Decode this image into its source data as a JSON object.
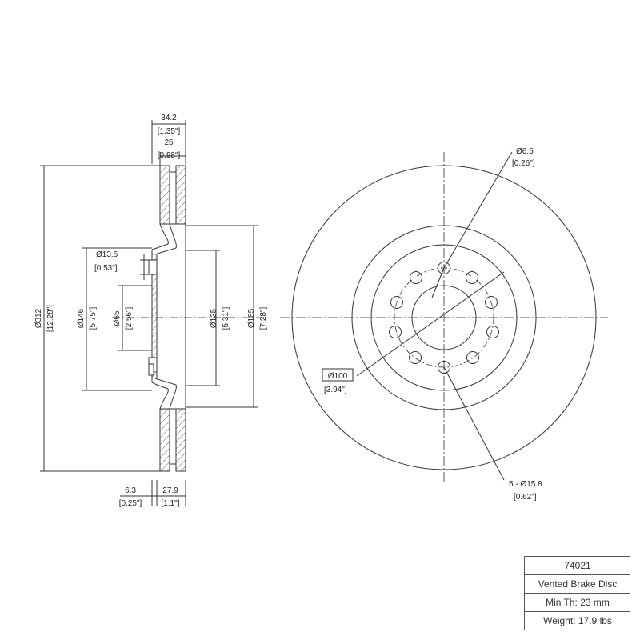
{
  "colors": {
    "line": "#333333",
    "hatch": "#555555",
    "centerline": "#555555"
  },
  "side_view": {
    "width_overall": {
      "mm": "34.2",
      "in": "[1.35\"]"
    },
    "friction_width": {
      "mm": "25",
      "in": "[0.98\"]"
    },
    "outer_diameter": {
      "mm": "Ø312",
      "in": "[12.28\"]"
    },
    "hat_diameter": {
      "mm": "Ø146",
      "in": "[5.75\"]"
    },
    "stud_hole": {
      "mm": "Ø13.5",
      "in": "[0.53\"]"
    },
    "center_bore": {
      "mm": "Ø65",
      "in": "[2.56\"]"
    },
    "hub_face": {
      "mm": "Ø135",
      "in": "[5.31\"]"
    },
    "inner_diameter": {
      "mm": "Ø185",
      "in": "[7.28\"]"
    },
    "hat_thickness": {
      "mm": "6.3",
      "in": "[0.25\"]"
    },
    "offset_height": {
      "mm": "27.9",
      "in": "[1.1\"]"
    }
  },
  "front_view": {
    "small_hole": {
      "mm": "Ø6.5",
      "in": "[0.26\"]"
    },
    "bolt_circle": {
      "mm": "Ø100",
      "in": "[3.94\"]"
    },
    "lug_holes": {
      "mm": "5 - Ø15.8",
      "in": "[0.62\"]"
    }
  },
  "title_block": {
    "part_number": "74021",
    "description": "Vented Brake Disc",
    "min_thickness": "Min Th: 23 mm",
    "weight": "Weight: 17.9 lbs"
  }
}
